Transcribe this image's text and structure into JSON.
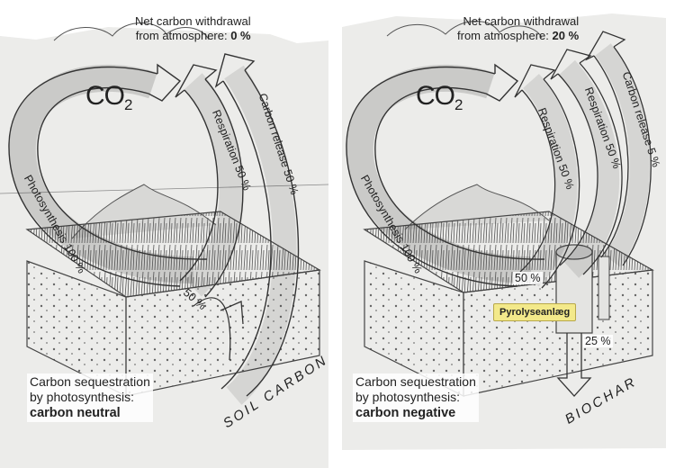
{
  "left": {
    "withdrawal_line1": "Net carbon withdrawal",
    "withdrawal_line2": "from atmosphere:",
    "withdrawal_value": "0 %",
    "co2_main": "CO",
    "co2_sub": "2",
    "photosynthesis": "Photosynthesis 100 %",
    "respiration": "Respiration 50 %",
    "release": "Carbon release 50 %",
    "into_soil": "50 %",
    "storage_label": "SOIL CARBON",
    "summary_line1": "Carbon sequestration",
    "summary_line2": "by photosynthesis:",
    "summary_result": "carbon neutral"
  },
  "right": {
    "withdrawal_line1": "Net carbon withdrawal",
    "withdrawal_line2": "from atmosphere:",
    "withdrawal_value": "20 %",
    "co2_main": "CO",
    "co2_sub": "2",
    "photosynthesis": "Photosynthesis 100 %",
    "respiration1": "Respiration 50 %",
    "respiration2": "Respiration  50 %",
    "release": "Carbon release  5 %",
    "to_plant": "50 %",
    "plant_label": "Pyrolyseanlæg",
    "to_biochar": "25 %",
    "storage_label": "BIOCHAR",
    "summary_line1": "Carbon sequestration",
    "summary_line2": "by photosynthesis:",
    "summary_result": "carbon negative"
  },
  "colors": {
    "paper": "#ececea",
    "pencil": "#3a3a3a",
    "badge": "#f3e98a"
  }
}
